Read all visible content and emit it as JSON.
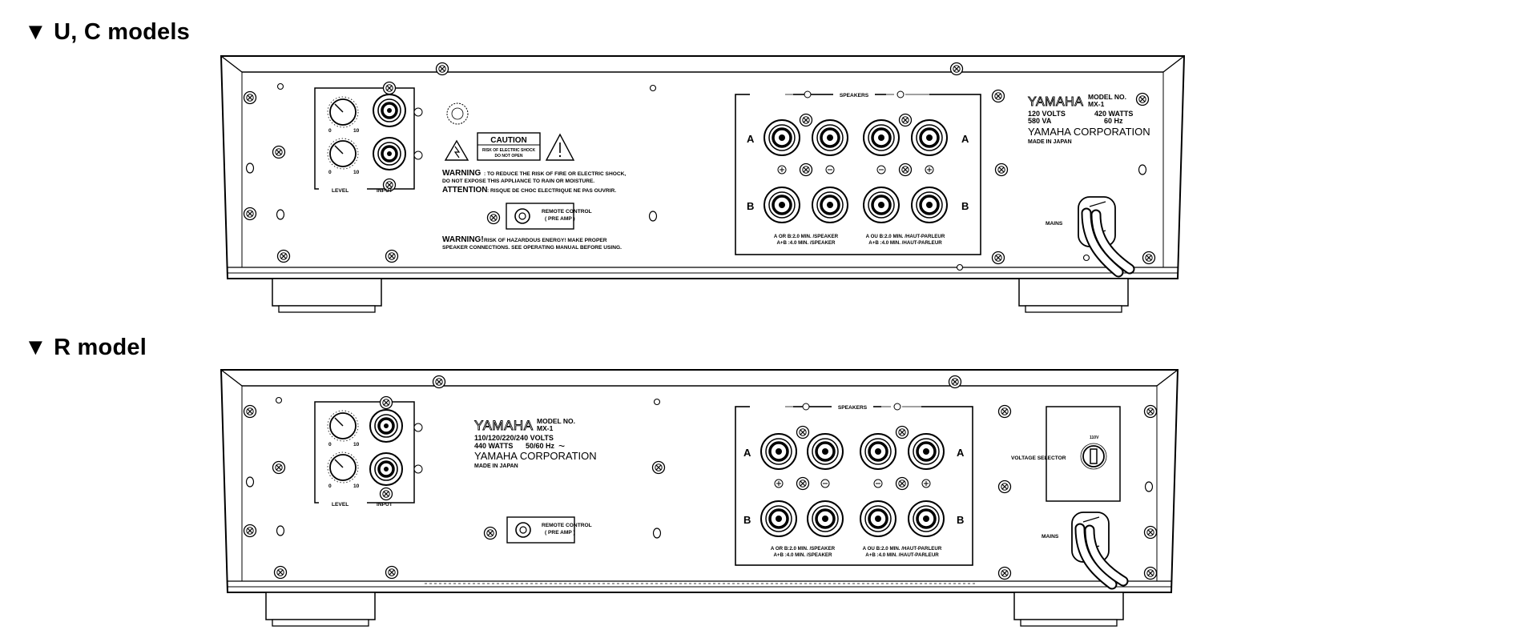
{
  "sections": [
    {
      "heading": "▼ U, C models",
      "panel": {
        "level_label": "LEVEL",
        "input_label": "INPUT",
        "knob_scale_min": "0",
        "knob_scale_max": "10",
        "caution_title": "CAUTION",
        "caution_line1": "RISK OF ELECTRIC SHOCK",
        "caution_line2": "DO NOT OPEN",
        "warning1_head": "WARNING",
        "warning1_line1": ": TO REDUCE THE RISK OF FIRE OR ELECTRIC SHOCK,",
        "warning1_line2": "DO NOT EXPOSE THIS APPLIANCE TO RAIN OR MOISTURE.",
        "attention_head": "ATTENTION",
        "attention_text": ": RISQUE DE CHOC ELECTRIQUE NE PAS OUVRIR.",
        "remote_line1": "REMOTE CONTROL",
        "remote_line2": "( PRE AMP )",
        "warning2_head": "WARNING!",
        "warning2_line1": "RISK OF HAZARDOUS ENERGY! MAKE PROPER",
        "warning2_line2": "SPEAKER CONNECTIONS. SEE OPERATING MANUAL BEFORE USING.",
        "speakers_label": "SPEAKERS",
        "row_a": "A",
        "row_b": "B",
        "spk_note_left1": "A OR B:2.0 MIN. /SPEAKER",
        "spk_note_left2": "A+B   :4.0 MIN. /SPEAKER",
        "spk_note_right1": "A OU B:2.0 MIN. /HAUT-PARLEUR",
        "spk_note_right2": "A+B   :4.0 MIN. /HAUT-PARLEUR",
        "brand": "YAMAHA",
        "model_label": "MODEL NO.",
        "model_no": "MX-1",
        "rating_line1_left": "120 VOLTS",
        "rating_line1_right": "420 WATTS",
        "rating_line2_left": "580 VA",
        "rating_line2_right": "60 Hz",
        "corporation": "YAMAHA CORPORATION",
        "origin": "MADE IN JAPAN",
        "mains_label": "MAINS"
      }
    },
    {
      "heading": "▼ R model",
      "panel": {
        "level_label": "LEVEL",
        "input_label": "INPUT",
        "knob_scale_min": "0",
        "knob_scale_max": "10",
        "brand": "YAMAHA",
        "model_label": "MODEL NO.",
        "model_no": "MX-1",
        "rating_line1": "110/120/220/240 VOLTS",
        "rating_line2_left": "440 WATTS",
        "rating_line2_right": "50/60 Hz",
        "ac_symbol": "~",
        "corporation": "YAMAHA CORPORATION",
        "origin": "MADE IN JAPAN",
        "remote_line1": "REMOTE CONTROL",
        "remote_line2": "( PRE AMP )",
        "speakers_label": "SPEAKERS",
        "row_a": "A",
        "row_b": "B",
        "spk_note_left1": "A OR B:2.0 MIN. /SPEAKER",
        "spk_note_left2": "A+B   :4.0 MIN. /SPEAKER",
        "spk_note_right1": "A OU B:2.0 MIN. /HAUT-PARLEUR",
        "spk_note_right2": "A+B   :4.0 MIN. /HAUT-PARLEUR",
        "voltage_selector_label": "VOLTAGE SELECTOR",
        "selector_value": "110V",
        "mains_label": "MAINS"
      }
    }
  ],
  "colors": {
    "ink": "#000000",
    "paper": "#ffffff",
    "screen_fill": "#222222"
  },
  "icons": [
    "screw-icon",
    "mounting-hole-icon",
    "level-knob-icon",
    "rca-jack-icon",
    "speaker-terminal-icon",
    "warning-triangle-icon",
    "lightning-triangle-icon",
    "plus-icon",
    "minus-icon",
    "power-cord-icon",
    "voltage-selector-icon"
  ]
}
